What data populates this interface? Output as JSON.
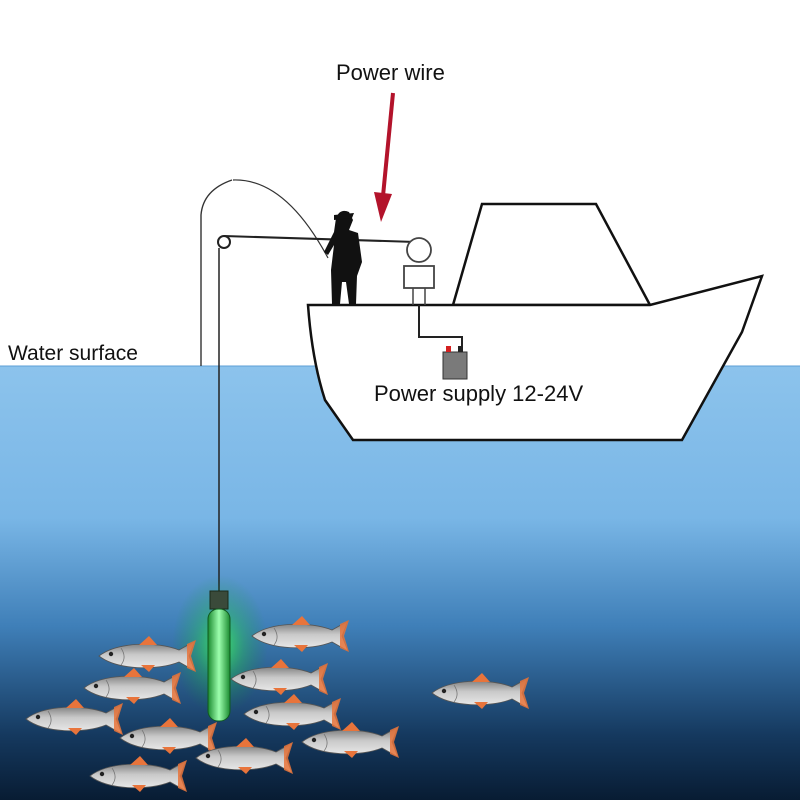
{
  "labels": {
    "power_wire": "Power wire",
    "water_surface": "Water surface",
    "power_supply": "Power supply 12-24V"
  },
  "colors": {
    "sky": "#ffffff",
    "water_top": "#7fb9e6",
    "water_mid": "#6aa6d8",
    "water_deep": "#0b2744",
    "arrow": "#b3132b",
    "light_glow": "#33ff55",
    "fish_body": "#a8a8a8",
    "fish_fin": "#e8743b",
    "line": "#222222"
  },
  "icons": {
    "arrow": "down-arrow-icon",
    "fisherman": "fisherman-silhouette-icon",
    "boat": "boat-outline-icon",
    "battery": "battery-icon",
    "light": "underwater-light-icon",
    "fish": "fish-icon"
  }
}
